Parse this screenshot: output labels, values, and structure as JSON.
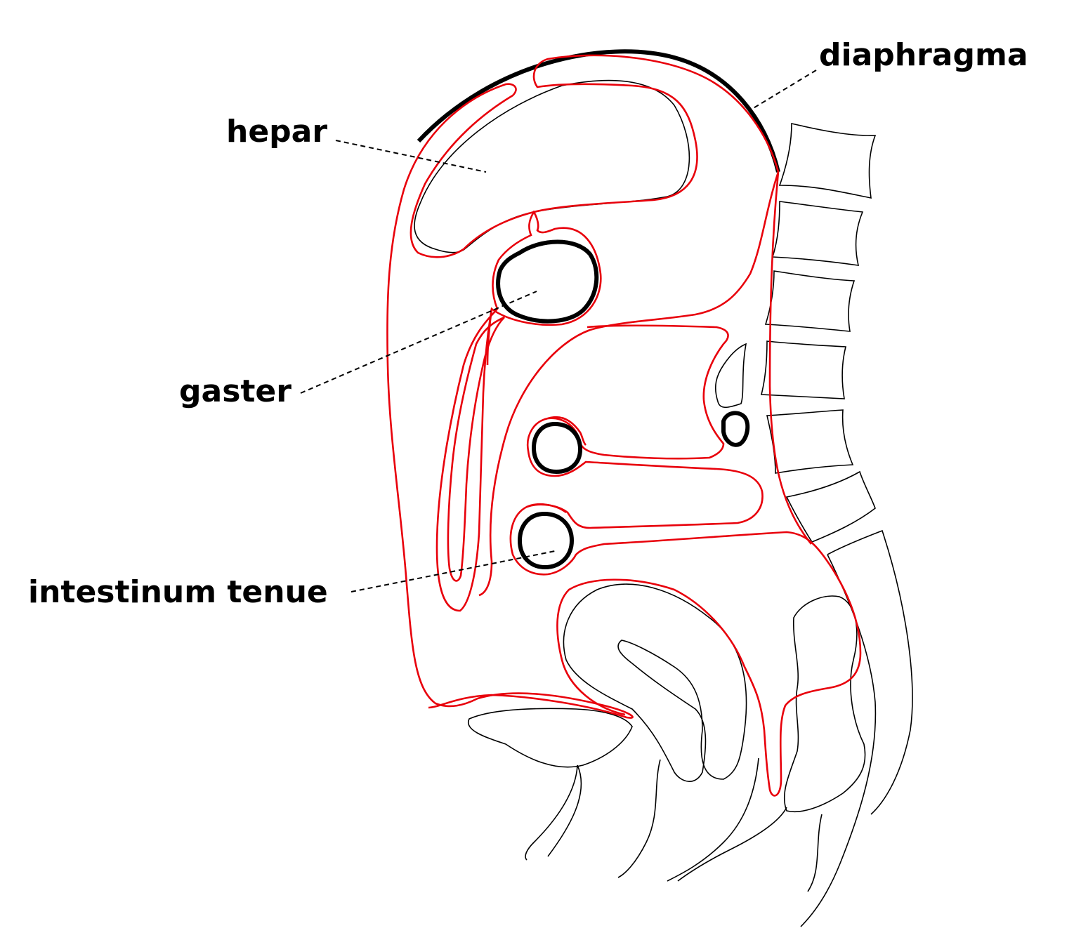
{
  "labels": {
    "diaphragma": "diaphragma",
    "hepar": "hepar",
    "gaster": "gaster",
    "intestinum_tenue": "intestinum tenue"
  },
  "colors": {
    "peritoneum": "#e8000b",
    "outline": "#000000",
    "background": "#ffffff"
  }
}
